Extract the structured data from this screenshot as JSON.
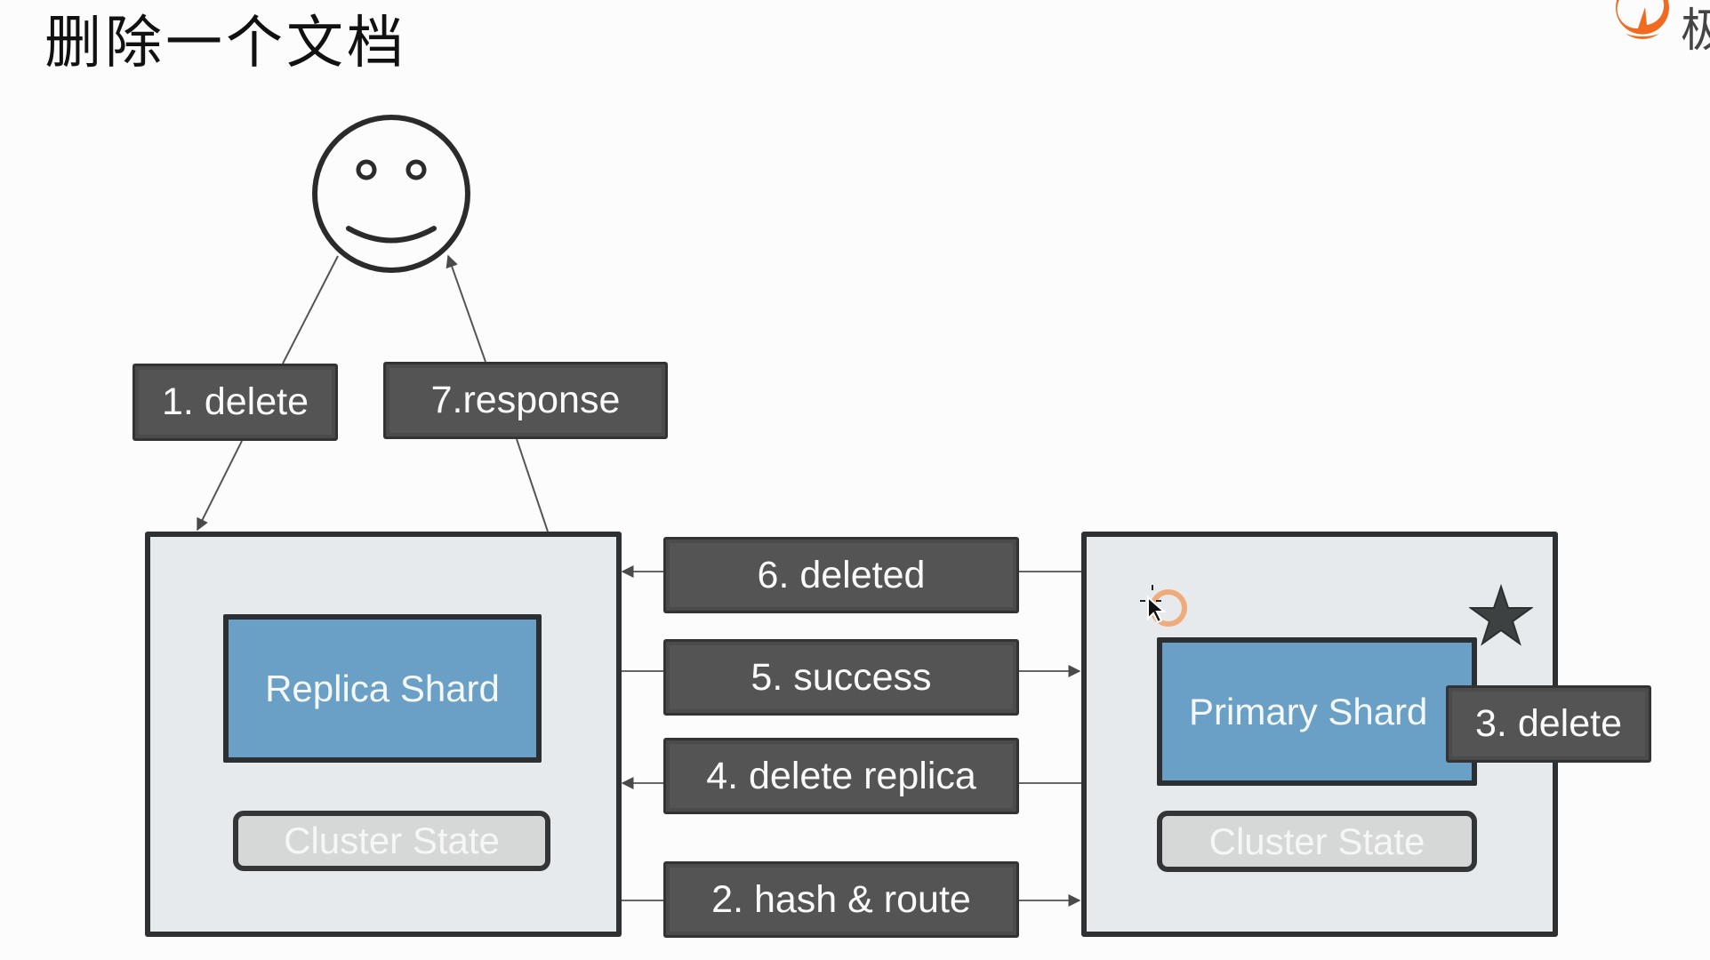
{
  "slide": {
    "title": "删除一个文档"
  },
  "logo": {
    "name": "brand-logo",
    "partial_text": "极",
    "color": "#f06a22"
  },
  "client": {
    "icon": "smiley-face-icon"
  },
  "client_labels": {
    "request": "1. delete",
    "response": "7.response"
  },
  "replica_node": {
    "shard_label": "Replica Shard",
    "cluster_state_label": "Cluster State"
  },
  "primary_node": {
    "shard_label": "Primary Shard",
    "cluster_state_label": "Cluster State",
    "marker_icon": "star-icon",
    "local_step_label": "3. delete"
  },
  "steps": [
    {
      "label": "6. deleted",
      "direction": "to-replica-node"
    },
    {
      "label": "5. success",
      "direction": "to-primary-node"
    },
    {
      "label": "4. delete replica",
      "direction": "to-replica-node"
    },
    {
      "label": "2. hash & route",
      "direction": "to-primary-node"
    }
  ],
  "colors": {
    "label_bg": "#545454",
    "shard_blue": "#6aa0c5",
    "node_bg": "#e7eaed",
    "cluster_state_bg": "#d6d8d8",
    "cursor_ring": "#f0a46c"
  }
}
